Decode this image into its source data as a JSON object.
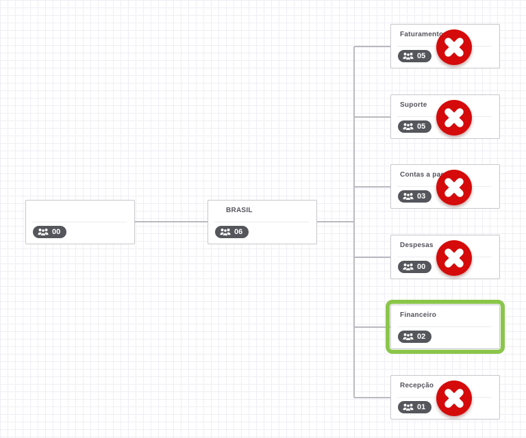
{
  "chart": {
    "root": {
      "title": "",
      "member_count": "00",
      "status": "normal"
    },
    "parent": {
      "title": "BRASIL",
      "member_count": "06",
      "status": "normal"
    },
    "children": [
      {
        "title": "Faturamento",
        "member_count": "05",
        "status": "rejected"
      },
      {
        "title": "Suporte",
        "member_count": "05",
        "status": "rejected"
      },
      {
        "title": "Contas a pagar",
        "member_count": "03",
        "status": "rejected"
      },
      {
        "title": "Despesas",
        "member_count": "00",
        "status": "rejected"
      },
      {
        "title": "Financeiro",
        "member_count": "02",
        "status": "selected"
      },
      {
        "title": "Recepção",
        "member_count": "01",
        "status": "rejected"
      }
    ]
  },
  "icons": {
    "member_badge": "users-icon",
    "rejected_marker": "x-circle-icon"
  },
  "colors": {
    "rejected_marker": "#d50a0a",
    "selected_outline": "#8bc64b",
    "badge_background": "#55565c",
    "connector_line": "#b9b9bf"
  }
}
